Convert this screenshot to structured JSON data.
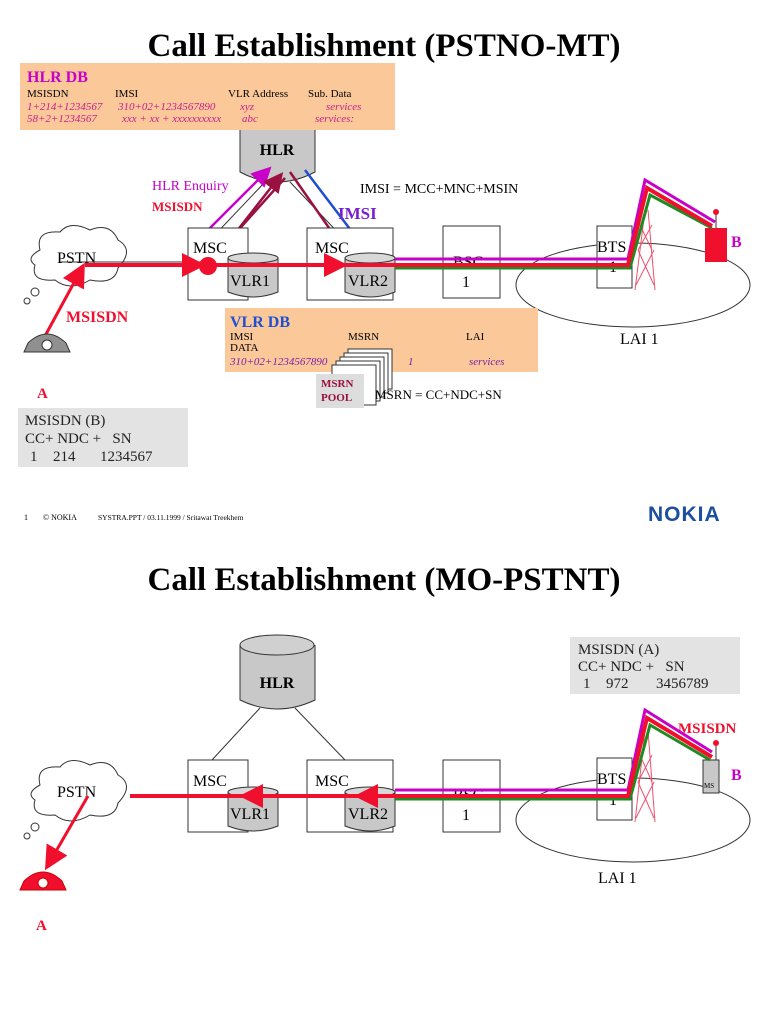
{
  "slide1": {
    "title": "Call Establishment (PSTNO-MT)",
    "hlr_db": {
      "heading": "HLR DB",
      "columns": [
        "MSISDN",
        "IMSI",
        "VLR Address",
        "Sub. Data"
      ],
      "rows": [
        [
          "1+214+1234567",
          "310+02+1234567890",
          "xyz",
          "services"
        ],
        [
          "58+2+1234567",
          "xxx + xx + xxxxxxxxxx",
          "abc",
          "services:"
        ]
      ]
    },
    "hlr": "HLR",
    "hlr_enquiry": "HLR Enquiry",
    "msisdn_overlay": "MSISDN",
    "imsi_formula": "IMSI = MCC+MNC+MSIN",
    "imsi_label": "IMSI",
    "pstn": "PSTN",
    "msc1": "MSC",
    "vlr1": "VLR1",
    "msc2": "MSC",
    "vlr2": "VLR2",
    "bsc": "BSC",
    "bsc_num": "1",
    "bts": "BTS",
    "bts_num": "1",
    "b_label": "B",
    "lai": "LAI 1",
    "msisdn_arrow": "MSISDN",
    "a_label": "A",
    "vlr_db": {
      "heading": "VLR DB",
      "columns": [
        "IMSI",
        "MSRN",
        "LAI"
      ],
      "data_label": "DATA",
      "row": [
        "310+02+1234567890",
        "1",
        "services"
      ]
    },
    "msrn_pool": [
      "MSRN",
      "POOL"
    ],
    "msrn_formula": "MSRN = CC+NDC+SN",
    "msisdn_box": {
      "line1": "MSISDN (B)",
      "line2": "CC+ NDC +   SN",
      "values": [
        "1",
        "214",
        "1234567"
      ]
    },
    "footer": {
      "page": "1",
      "copyright": "© NOKIA",
      "info": "SYSTRA.PPT / 03.11.1999 / Sritawat Treekhem"
    },
    "logo": "NOKIA"
  },
  "slide2": {
    "title": "Call Establishment (MO-PSTNT)",
    "hlr": "HLR",
    "pstn": "PSTN",
    "msc1": "MSC",
    "vlr1": "VLR1",
    "msc2": "MSC",
    "vlr2": "VLR2",
    "bsc": "BSC",
    "bsc_num": "1",
    "bts": "BTS",
    "bts_num": "1",
    "ms": "MS",
    "b_label": "B",
    "msisdn_label": "MSISDN",
    "lai": "LAI 1",
    "a_label": "A",
    "msisdn_box": {
      "line1": "MSISDN (A)",
      "line2": "CC+ NDC +   SN",
      "values": [
        "1",
        "972",
        "3456789"
      ]
    }
  },
  "colors": {
    "db_box": "#fbc89a",
    "red": "#f0102e",
    "magenta": "#c800c8",
    "green": "#1f8a1f",
    "blue": "#1d4fd0",
    "nokia": "#1d4fa0",
    "gray_box": "#e3e3e3"
  }
}
